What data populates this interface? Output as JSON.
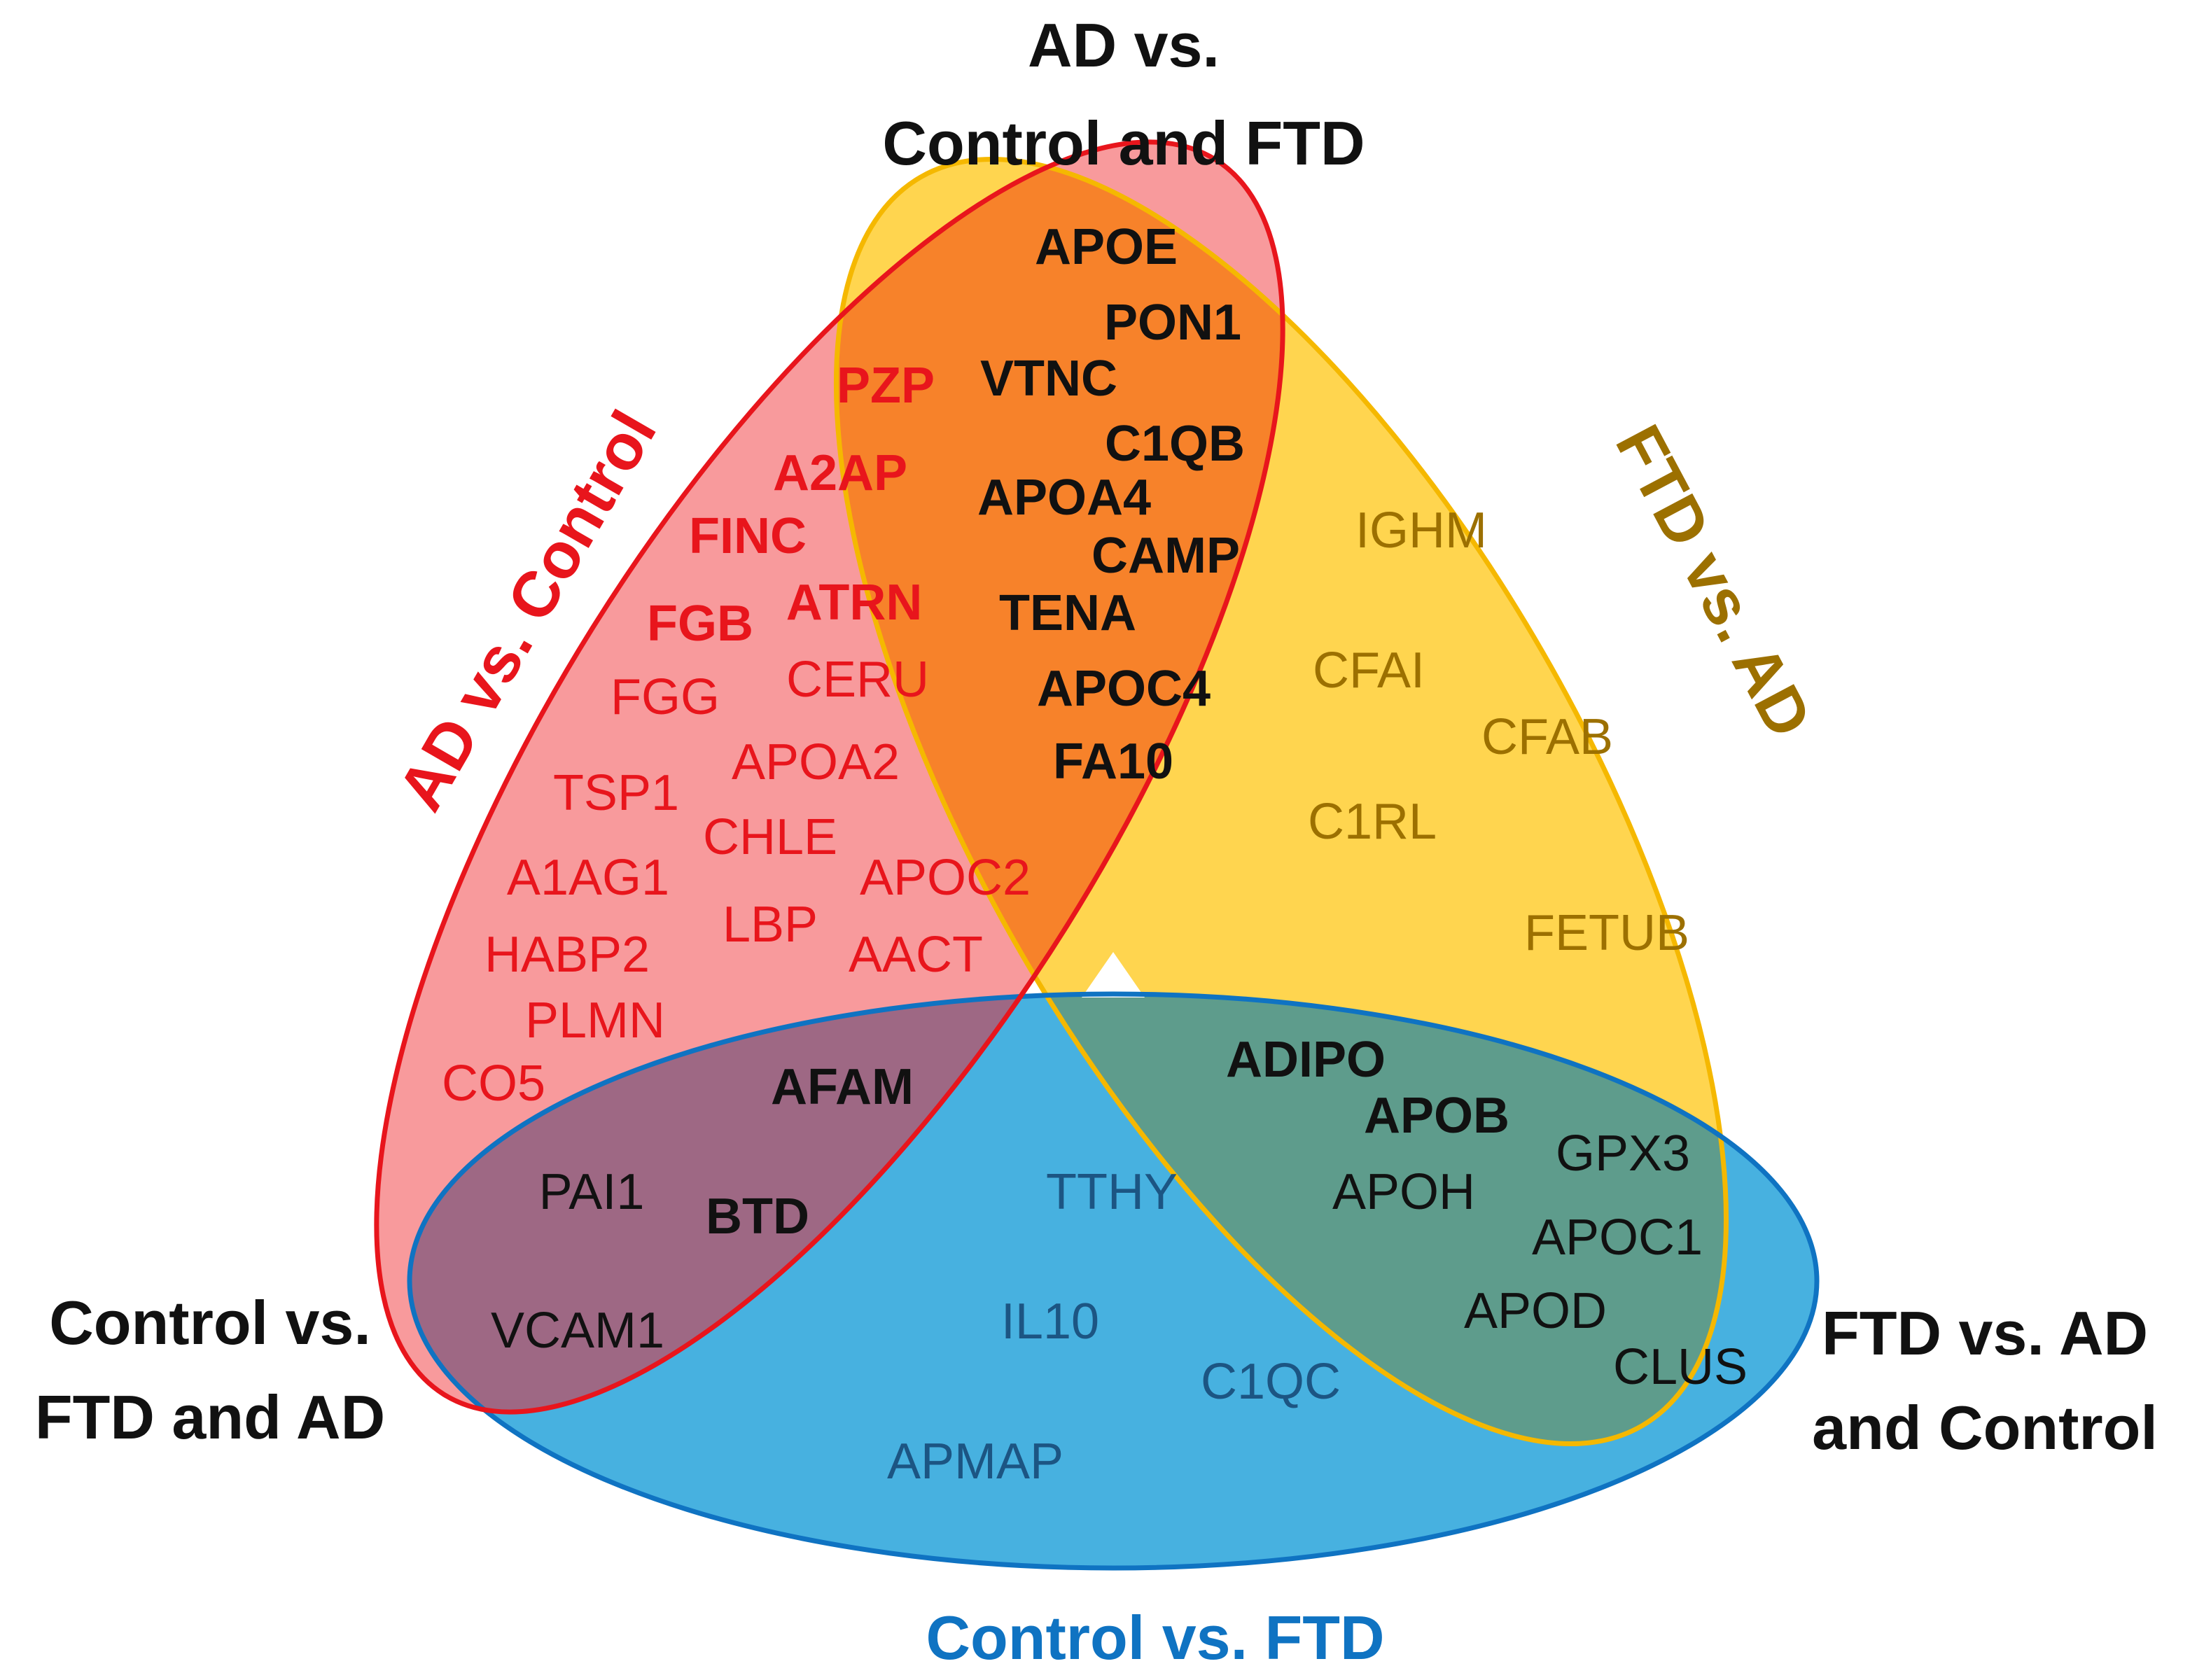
{
  "titles": {
    "ad_control_ftd": [
      "AD vs.",
      "Control and FTD"
    ],
    "ad_vs_control": "AD vs. Control",
    "ftd_vs_ad": "FTD vs. AD",
    "control_vs_ftd_ad": [
      "Control vs.",
      "FTD and AD"
    ],
    "ftd_vs_ad_control": [
      "FTD vs. AD",
      "and Control"
    ],
    "control_vs_ftd": "Control vs. FTD"
  },
  "colors": {
    "red": "#e8151c",
    "red_fill": "#f89a9c",
    "orange_fill": "#f7822a",
    "yellow": "#f5b800",
    "yellow_fill": "#ffd54f",
    "yellow_text": "#9c7000",
    "blue": "#0f73c2",
    "blue_fill": "#47b1e0",
    "blue_text": "#1c5583",
    "purple_fill": "#9e6884",
    "teal_fill": "#5e9c8c",
    "black": "#111111"
  },
  "genes": {
    "red_only_bold": [
      "PZP",
      "A2AP",
      "FINC",
      "ATRN",
      "FGB"
    ],
    "red_only": [
      "CERU",
      "FGG",
      "APOA2",
      "TSP1",
      "CHLE",
      "APOC2",
      "A1AG1",
      "LBP",
      "HABP2",
      "AACT",
      "PLMN",
      "CO5"
    ],
    "red_yellow": [
      "APOE",
      "PON1",
      "VTNC",
      "C1QB",
      "APOA4",
      "CAMP",
      "TENA",
      "APOC4",
      "FA10"
    ],
    "yellow_only": [
      "IGHM",
      "CFAI",
      "CFAB",
      "C1RL",
      "FETUB"
    ],
    "red_blue_bold": [
      "AFAM",
      "BTD"
    ],
    "red_blue": [
      "PAI1",
      "VCAM1"
    ],
    "blue_only": [
      "TTHY",
      "IL10",
      "C1QC",
      "APMAP"
    ],
    "yellow_blue_bold": [
      "ADIPO",
      "APOB"
    ],
    "yellow_blue": [
      "GPX3",
      "APOH",
      "APOC1",
      "APOD",
      "CLUS"
    ]
  }
}
